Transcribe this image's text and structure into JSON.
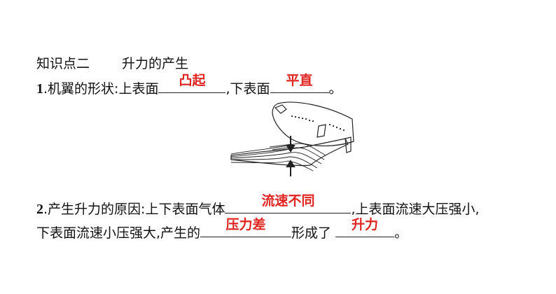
{
  "heading": {
    "point": "知识点二",
    "title": "升力的产生"
  },
  "item1": {
    "number": "1",
    "dot": ".",
    "text_a": "机翼的形状:上表面",
    "blank1": "凸起",
    "text_b": ",下表面",
    "blank2": "平直",
    "text_c": "。"
  },
  "item2": {
    "number": "2",
    "dot": ".",
    "text_a": "产生升力的原因:上下表面气体",
    "blank1": "流速不同",
    "text_b": ",上表面流速大压强小,",
    "text_c": "下表面流速小压强大,产生的",
    "blank2": "压力差",
    "text_d": "形成了",
    "blank3": "升力",
    "text_e": "。"
  },
  "colors": {
    "answer": "#e0231f",
    "text": "#111111"
  },
  "figure": {
    "icon": "airplane-wing-airflow-diagram"
  }
}
